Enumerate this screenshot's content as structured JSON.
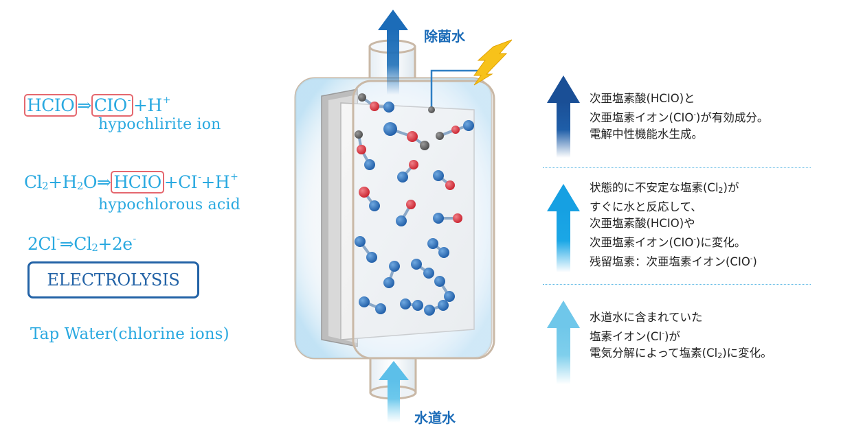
{
  "equations": {
    "eq1": {
      "a": "HCIO",
      "op": "⇒",
      "b": "CIO",
      "b_sup": "-",
      "c": "+H",
      "c_sup": "+",
      "sub": "hypochlirite ion"
    },
    "eq2": {
      "a": "Cl",
      "a_sub": "2",
      "b": "+H",
      "b_sub": "2",
      "c": "O⇒",
      "d": "HCIO",
      "e": "+CI",
      "e_sup": "-",
      "f": "+H",
      "f_sup": "+",
      "sub": "hypochlorous acid"
    },
    "eq3": {
      "a": "2Cl",
      "a_sup": "-",
      "b": "⇒Cl",
      "b_sub": "2",
      "c": "+2e",
      "c_sup": "-"
    }
  },
  "electrolysis_label": "ELECTROLYSIS",
  "tap_water_label": "Tap Water(chlorine ions)",
  "cell": {
    "top_label": "除菌水",
    "bottom_label": "水道水"
  },
  "descriptions": {
    "top": {
      "l1": "次亜塩素酸(HCIO)と",
      "l2a": "次亜塩素イオン(CIO",
      "l2sup": "-",
      "l2b": ")が有効成分。",
      "l3": "電解中性機能水生成。"
    },
    "middle": {
      "l1a": "状態的に不安定な塩素(Cl",
      "l1sub": "2",
      "l1b": ")が",
      "l2": "すぐに水と反応して、",
      "l3": "次亜塩素酸(HCIO)や",
      "l4a": "次亜塩素イオン(CIO",
      "l4sup": "-",
      "l4b": ")に変化。",
      "l5a": "残留塩素：次亜塩素イオン(CIO",
      "l5sup": "-",
      "l5b": ")"
    },
    "bottom": {
      "l1": "水道水に含まれていた",
      "l2a": "塩素イオン(CI",
      "l2sup": "-",
      "l2b": ")が",
      "l3a": "電気分解によって塩素(Cl",
      "l3sub": "2",
      "l3b": ")に変化。"
    }
  },
  "colors": {
    "eq_text": "#2aa9e0",
    "box_red": "#e5676e",
    "dark_blue": "#1c6cb8",
    "arrow_dark": "#1f5ea8",
    "arrow_mid": "#1ba7e6",
    "arrow_light": "#7fcfec",
    "atom_blue": "#2363ad",
    "atom_red": "#d9343f",
    "atom_gray": "#5b5b5b",
    "bolt_yellow": "#f7c21a"
  }
}
